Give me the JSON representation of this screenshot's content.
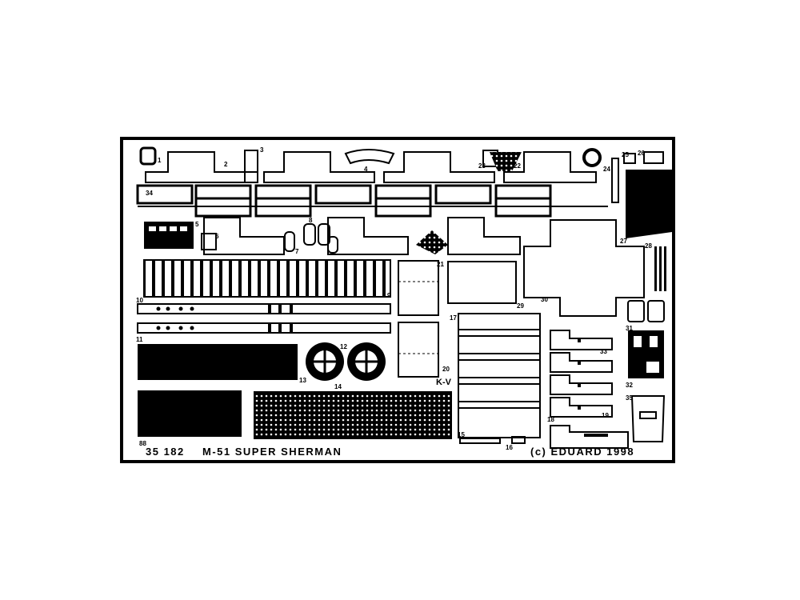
{
  "fret": {
    "kit_code": "35 182",
    "kit_name": "M-51 SUPER SHERMAN",
    "copyright": "(c) EDUARD 1998",
    "mark": "K-V",
    "part_numbers": [
      "1",
      "2",
      "3",
      "4",
      "5",
      "6",
      "7",
      "8",
      "9",
      "10",
      "11",
      "12",
      "13",
      "14",
      "15",
      "16",
      "17",
      "18",
      "19",
      "20",
      "21",
      "22",
      "23",
      "24",
      "25",
      "26",
      "27",
      "28",
      "29",
      "30",
      "31",
      "32",
      "33",
      "34",
      "35",
      "88"
    ]
  }
}
